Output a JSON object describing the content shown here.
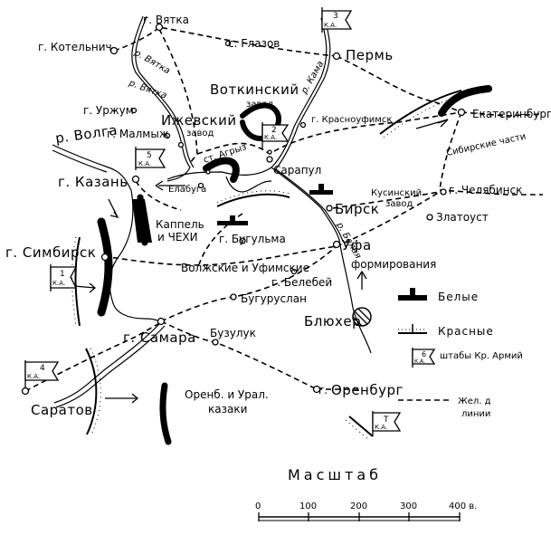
{
  "cities": {
    "vyatka": "г. Вятка",
    "kotelnich": "г. Котельнич",
    "glazov": "с. Глазов",
    "perm": "Пермь",
    "urzhum": "г. Уржум",
    "malmyzh": "г. Малмыж",
    "izhevsk": "Ижевский",
    "izhevsk_zavod": "завод",
    "votkinsk": "Воткинский",
    "votkinsk_zavod": "завод",
    "krasnoufimsk": "г. Красноуфимск",
    "ekaterinburg": "Екатеринбург",
    "kazan": "г. Казань",
    "elabuga": "Елабуга",
    "agryz": "ст. Агрыз",
    "sarapul": "Сарапул",
    "birsk": "Бирск",
    "kusinsky": "Кусинский",
    "kusinsky_zavod": "завод",
    "chelyabinsk": "г. Челябинск",
    "zlatoust": "Златоуст",
    "bugulma": "г. Бугульма",
    "ufa": "Уфа",
    "simbirsk": "г. Симбирск",
    "belebey": "г. Белебей",
    "buguruslan": "Бугуруслан",
    "samara": "г. Самара",
    "buzuluk": "Бузулук",
    "orenburg": "Оренбург",
    "orenburg_prefix": "г.",
    "saratov": "Саратов"
  },
  "rivers": {
    "vyatka_upper": "р. Вятка",
    "vyatka_lower": "р. Вятка",
    "kama": "р. Кама",
    "volga": "р. Волга",
    "belaya": "р. Белая"
  },
  "annotations": {
    "kappel_1": "Каппель",
    "kappel_2": "и ЧЕХИ",
    "volga_ufa": "Волжские и Уфимские",
    "ufa_formations": "формирования",
    "siberian": "Сибирские части",
    "blyukher": "Блюхер",
    "cossacks_1": "Оренб. и Урал.",
    "cossacks_2": "казаки"
  },
  "hq_flags": {
    "army_3": "3",
    "army_2": "2",
    "army_5": "5",
    "army_1": "1",
    "army_4": "4",
    "army_6": "6",
    "army_turk": "Т",
    "ka": "К.А."
  },
  "legend": {
    "white": "Белые",
    "red": "Красные",
    "hq": "штабы Кр. Армий",
    "rail_1": "Жел. д",
    "rail_2": "линии"
  },
  "scale": {
    "title": "Масштаб",
    "ticks": [
      "0",
      "100",
      "200",
      "300",
      "400 в."
    ]
  },
  "colors": {
    "ink": "#000000",
    "paper": "#ffffff"
  }
}
